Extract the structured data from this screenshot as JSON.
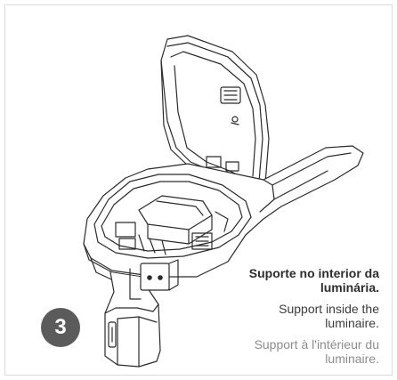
{
  "step": {
    "number": "3"
  },
  "captions": {
    "pt": [
      "Suporte no interior da",
      "luminária."
    ],
    "en": [
      "Support inside the",
      "luminaire."
    ],
    "fr": [
      "Support à l'intérieur du",
      "luminaire."
    ]
  },
  "colors": {
    "badge": "#5b5b5b",
    "line": "#2b2b2b",
    "text_dark": "#2d2d2d",
    "text_light": "#8c8c8c"
  },
  "icons": [
    "luminaire-drawing",
    "step-number-badge"
  ]
}
